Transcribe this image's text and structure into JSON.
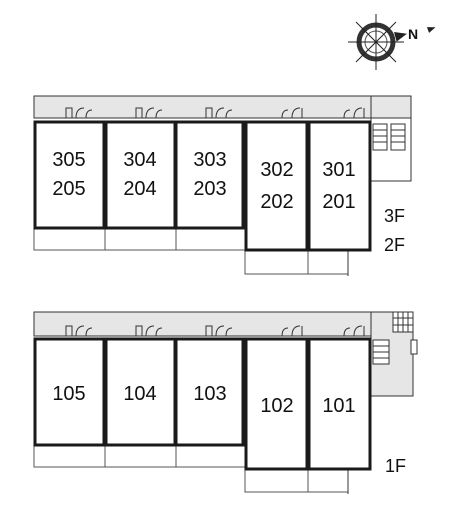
{
  "compass": {
    "letter": "N"
  },
  "upper_block": {
    "units": [
      {
        "top": "305",
        "bottom": "205"
      },
      {
        "top": "304",
        "bottom": "204"
      },
      {
        "top": "303",
        "bottom": "203"
      },
      {
        "top": "302",
        "bottom": "202"
      },
      {
        "top": "301",
        "bottom": "201"
      }
    ],
    "floor_labels": [
      "3F",
      "2F"
    ]
  },
  "lower_block": {
    "units": [
      "105",
      "104",
      "103",
      "102",
      "101"
    ],
    "floor_labels": [
      "1F"
    ]
  },
  "colors": {
    "corridor": "#e6e6e6",
    "wall": "#1a1a1a",
    "background": "#ffffff"
  }
}
